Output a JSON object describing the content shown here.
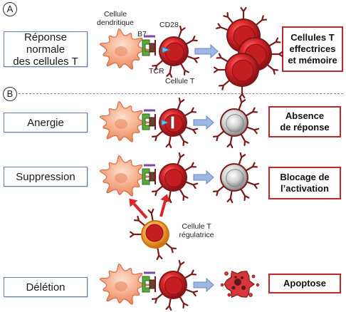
{
  "sections": {
    "a": {
      "marker": "A"
    },
    "b": {
      "marker": "B"
    }
  },
  "labels": {
    "dendritic_cell": "Cellule\ndendritique",
    "b7": "B7",
    "cd28": "CD28",
    "tcr": "TCR",
    "t_cell": "Cellule T",
    "treg": "Cellule T\nrégulatrice"
  },
  "rows": [
    {
      "condition": "Réponse normale\ndes cellules T",
      "result": "Cellules T\neffectrices\net mémoire"
    },
    {
      "condition": "Anergie",
      "result": "Absence\nde réponse"
    },
    {
      "condition": "Suppression",
      "result": "Blocage de\nl’activation"
    },
    {
      "condition": "Délétion",
      "result": "Apoptose"
    }
  ],
  "colors": {
    "dendritic": "#f4a07a",
    "t_cell": "#d8262b",
    "inactive": "#c8c8c8",
    "arrow": "#9cb8e3",
    "result_border": "#c0262d",
    "treg": "#f3a23a"
  }
}
